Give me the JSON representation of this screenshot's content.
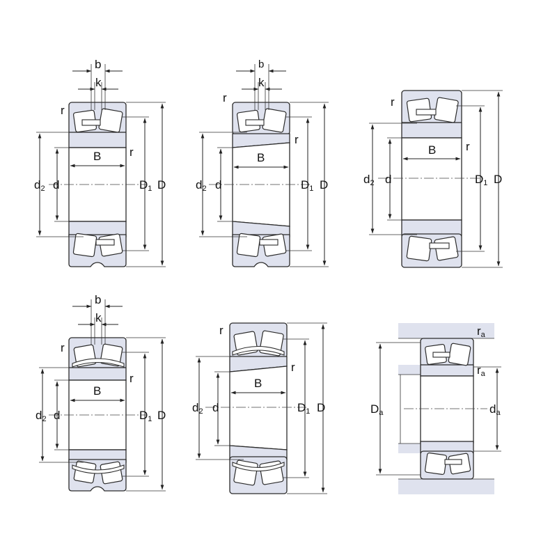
{
  "labels": {
    "b": "b",
    "k": "k",
    "r": "r",
    "B": "B",
    "d": "d",
    "d2": "d",
    "d2_sub": "2",
    "D1": "D",
    "D1_sub": "1",
    "D": "D",
    "ra": "r",
    "ra_sub": "a",
    "Da": "D",
    "Da_sub": "a",
    "da": "d",
    "da_sub": "a"
  },
  "colors": {
    "ring_fill": "#dfe2ee",
    "line": "#2b2b2b",
    "background": "#ffffff"
  }
}
